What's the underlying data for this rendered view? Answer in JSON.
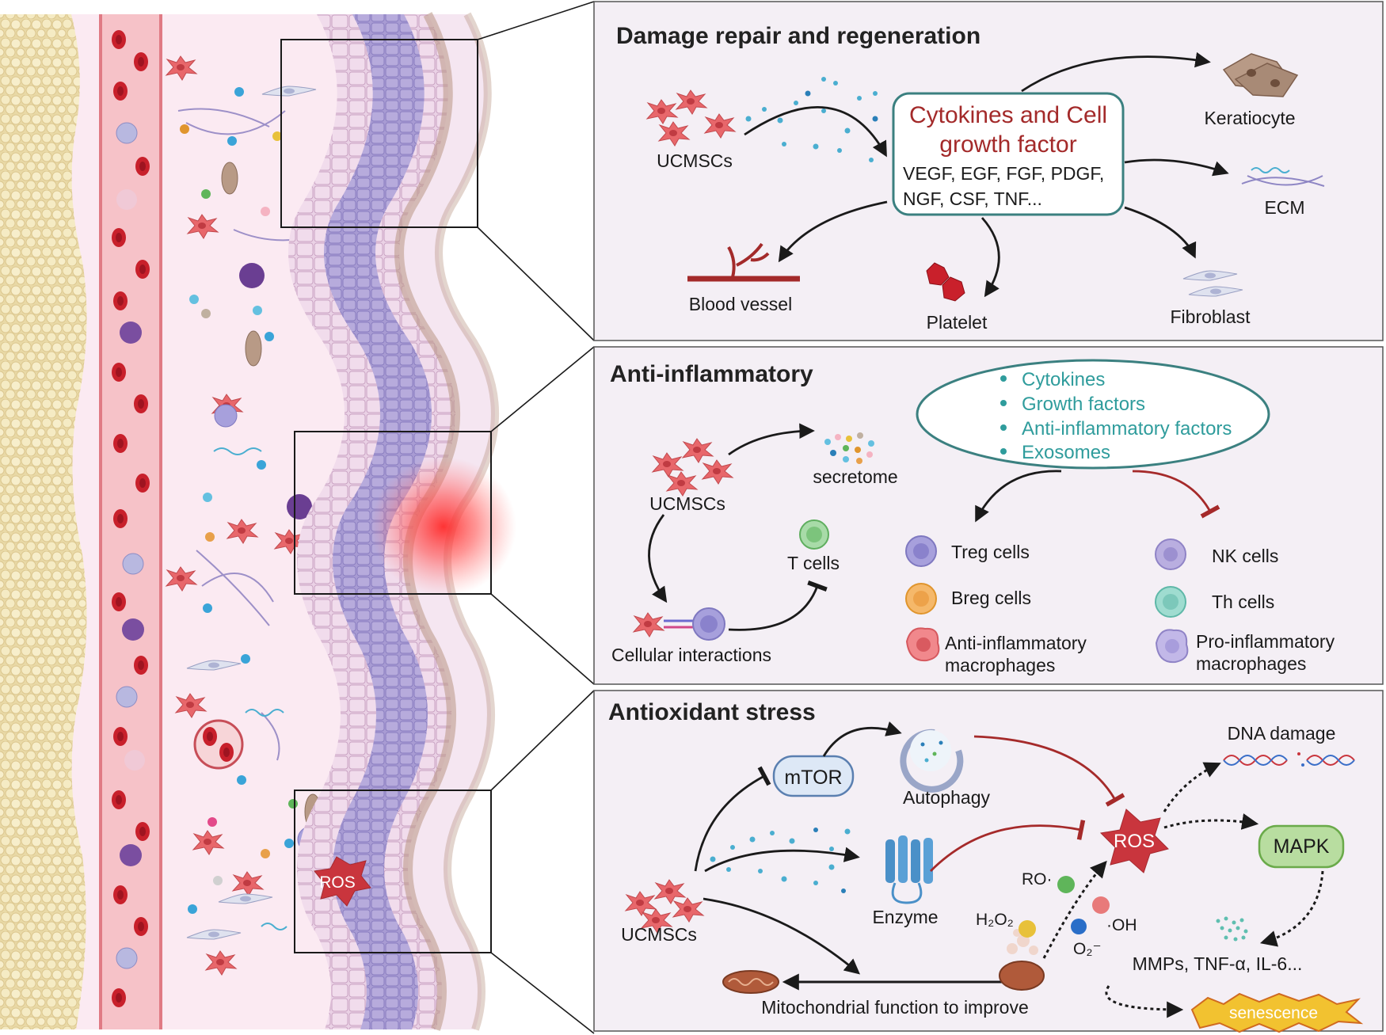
{
  "panels": {
    "repair": {
      "title": "Damage repair and regeneration",
      "source": "UCMSCs",
      "box_title_line1": "Cytokines and Cell",
      "box_title_line2": "growth factor",
      "box_list_line1": "VEGF, EGF, FGF, PDGF,",
      "box_list_line2": "NGF, CSF, TNF...",
      "targets": {
        "keratinocyte": "Keratiocyte",
        "ecm": "ECM",
        "blood_vessel": "Blood vessel",
        "platelet": "Platelet",
        "fibroblast": "Fibroblast"
      }
    },
    "inflammation": {
      "title": "Anti-inflammatory",
      "source": "UCMSCs",
      "secretome": "secretome",
      "t_cells": "T cells",
      "interactions": "Cellular interactions",
      "factors": [
        "Cytokines",
        "Growth factors",
        "Anti-inflammatory factors",
        "Exosomes"
      ],
      "cells": {
        "treg": "Treg cells",
        "breg": "Breg cells",
        "anti_mac_line1": "Anti-inflammatory",
        "anti_mac_line2": "macrophages",
        "nk": "NK cells",
        "th": "Th cells",
        "pro_mac_line1": "Pro-inflammatory",
        "pro_mac_line2": "macrophages"
      }
    },
    "oxidative": {
      "title": "Antioxidant stress",
      "source": "UCMSCs",
      "mtor": "mTOR",
      "autophagy": "Autophagy",
      "enzyme": "Enzyme",
      "ros": "ROS",
      "dna_damage": "DNA damage",
      "mapk": "MAPK",
      "mmps": "MMPs, TNF-α, IL-6...",
      "senescence": "senescence",
      "mito": "Mitochondrial function to improve",
      "species": {
        "ro": "RO·",
        "h2o2": "H₂O₂",
        "o2": "O₂⁻",
        "oh": "·OH"
      }
    }
  },
  "tissue": {
    "ros_label": "ROS"
  },
  "colors": {
    "msc": "#e8676b",
    "teal": "#2f9c9c",
    "ros": "#c9353d",
    "panel_bg": "#f4eff5",
    "box_border": "#3b8080",
    "inhibit": "#a52a2a",
    "mapk": "#b8dda0"
  }
}
